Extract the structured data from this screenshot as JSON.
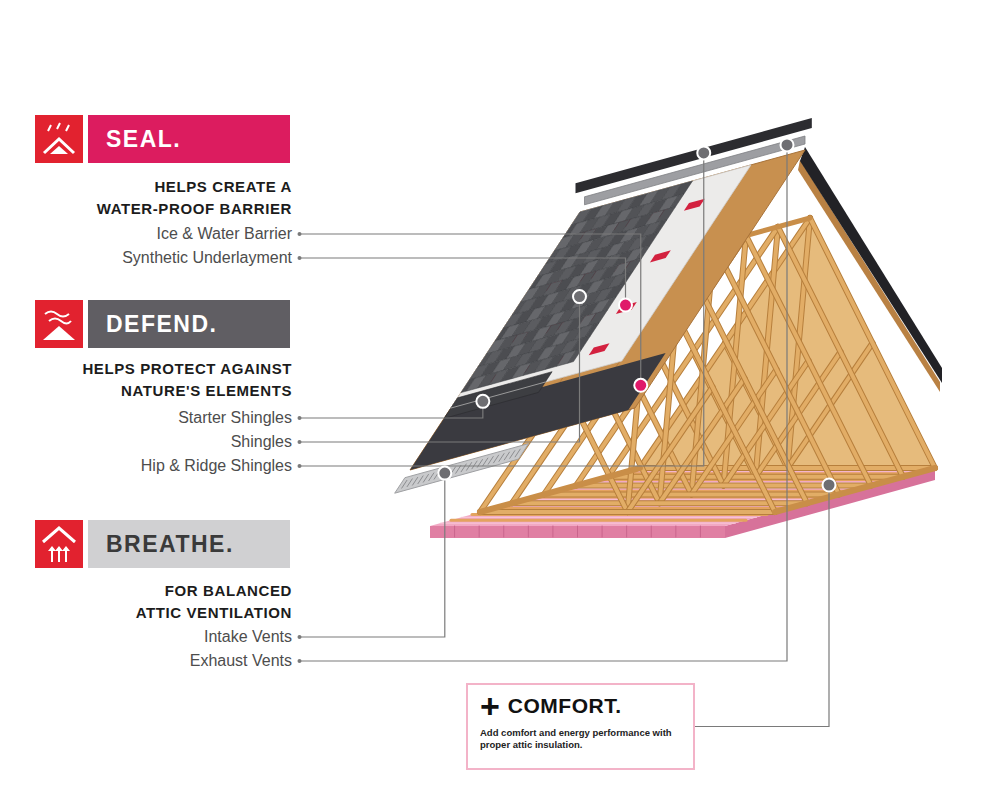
{
  "diagram": {
    "nodes": [
      {
        "text": [
          "SEAL."
        ]
      },
      {
        "text": [
          "DEFEND."
        ]
      },
      {
        "text": [
          "BREATHE."
        ]
      },
      {
        "text": [
          "+",
          "COMFORT.",
          "Add comfort and energy performance with proper attic insulation."
        ]
      }
    ],
    "labels": [
      "HELPS CREATE A WATER-PROOF BARRIER",
      "Ice & Water Barrier",
      "Synthetic Underlayment",
      "HELPS PROTECT AGAINST NATURE'S ELEMENTS",
      "Starter Shingles",
      "Shingles",
      "Hip & Ridge Shingles",
      "FOR BALANCED ATTIC VENTILATION",
      "Intake Vents",
      "Exhaust Vents"
    ]
  }
}
